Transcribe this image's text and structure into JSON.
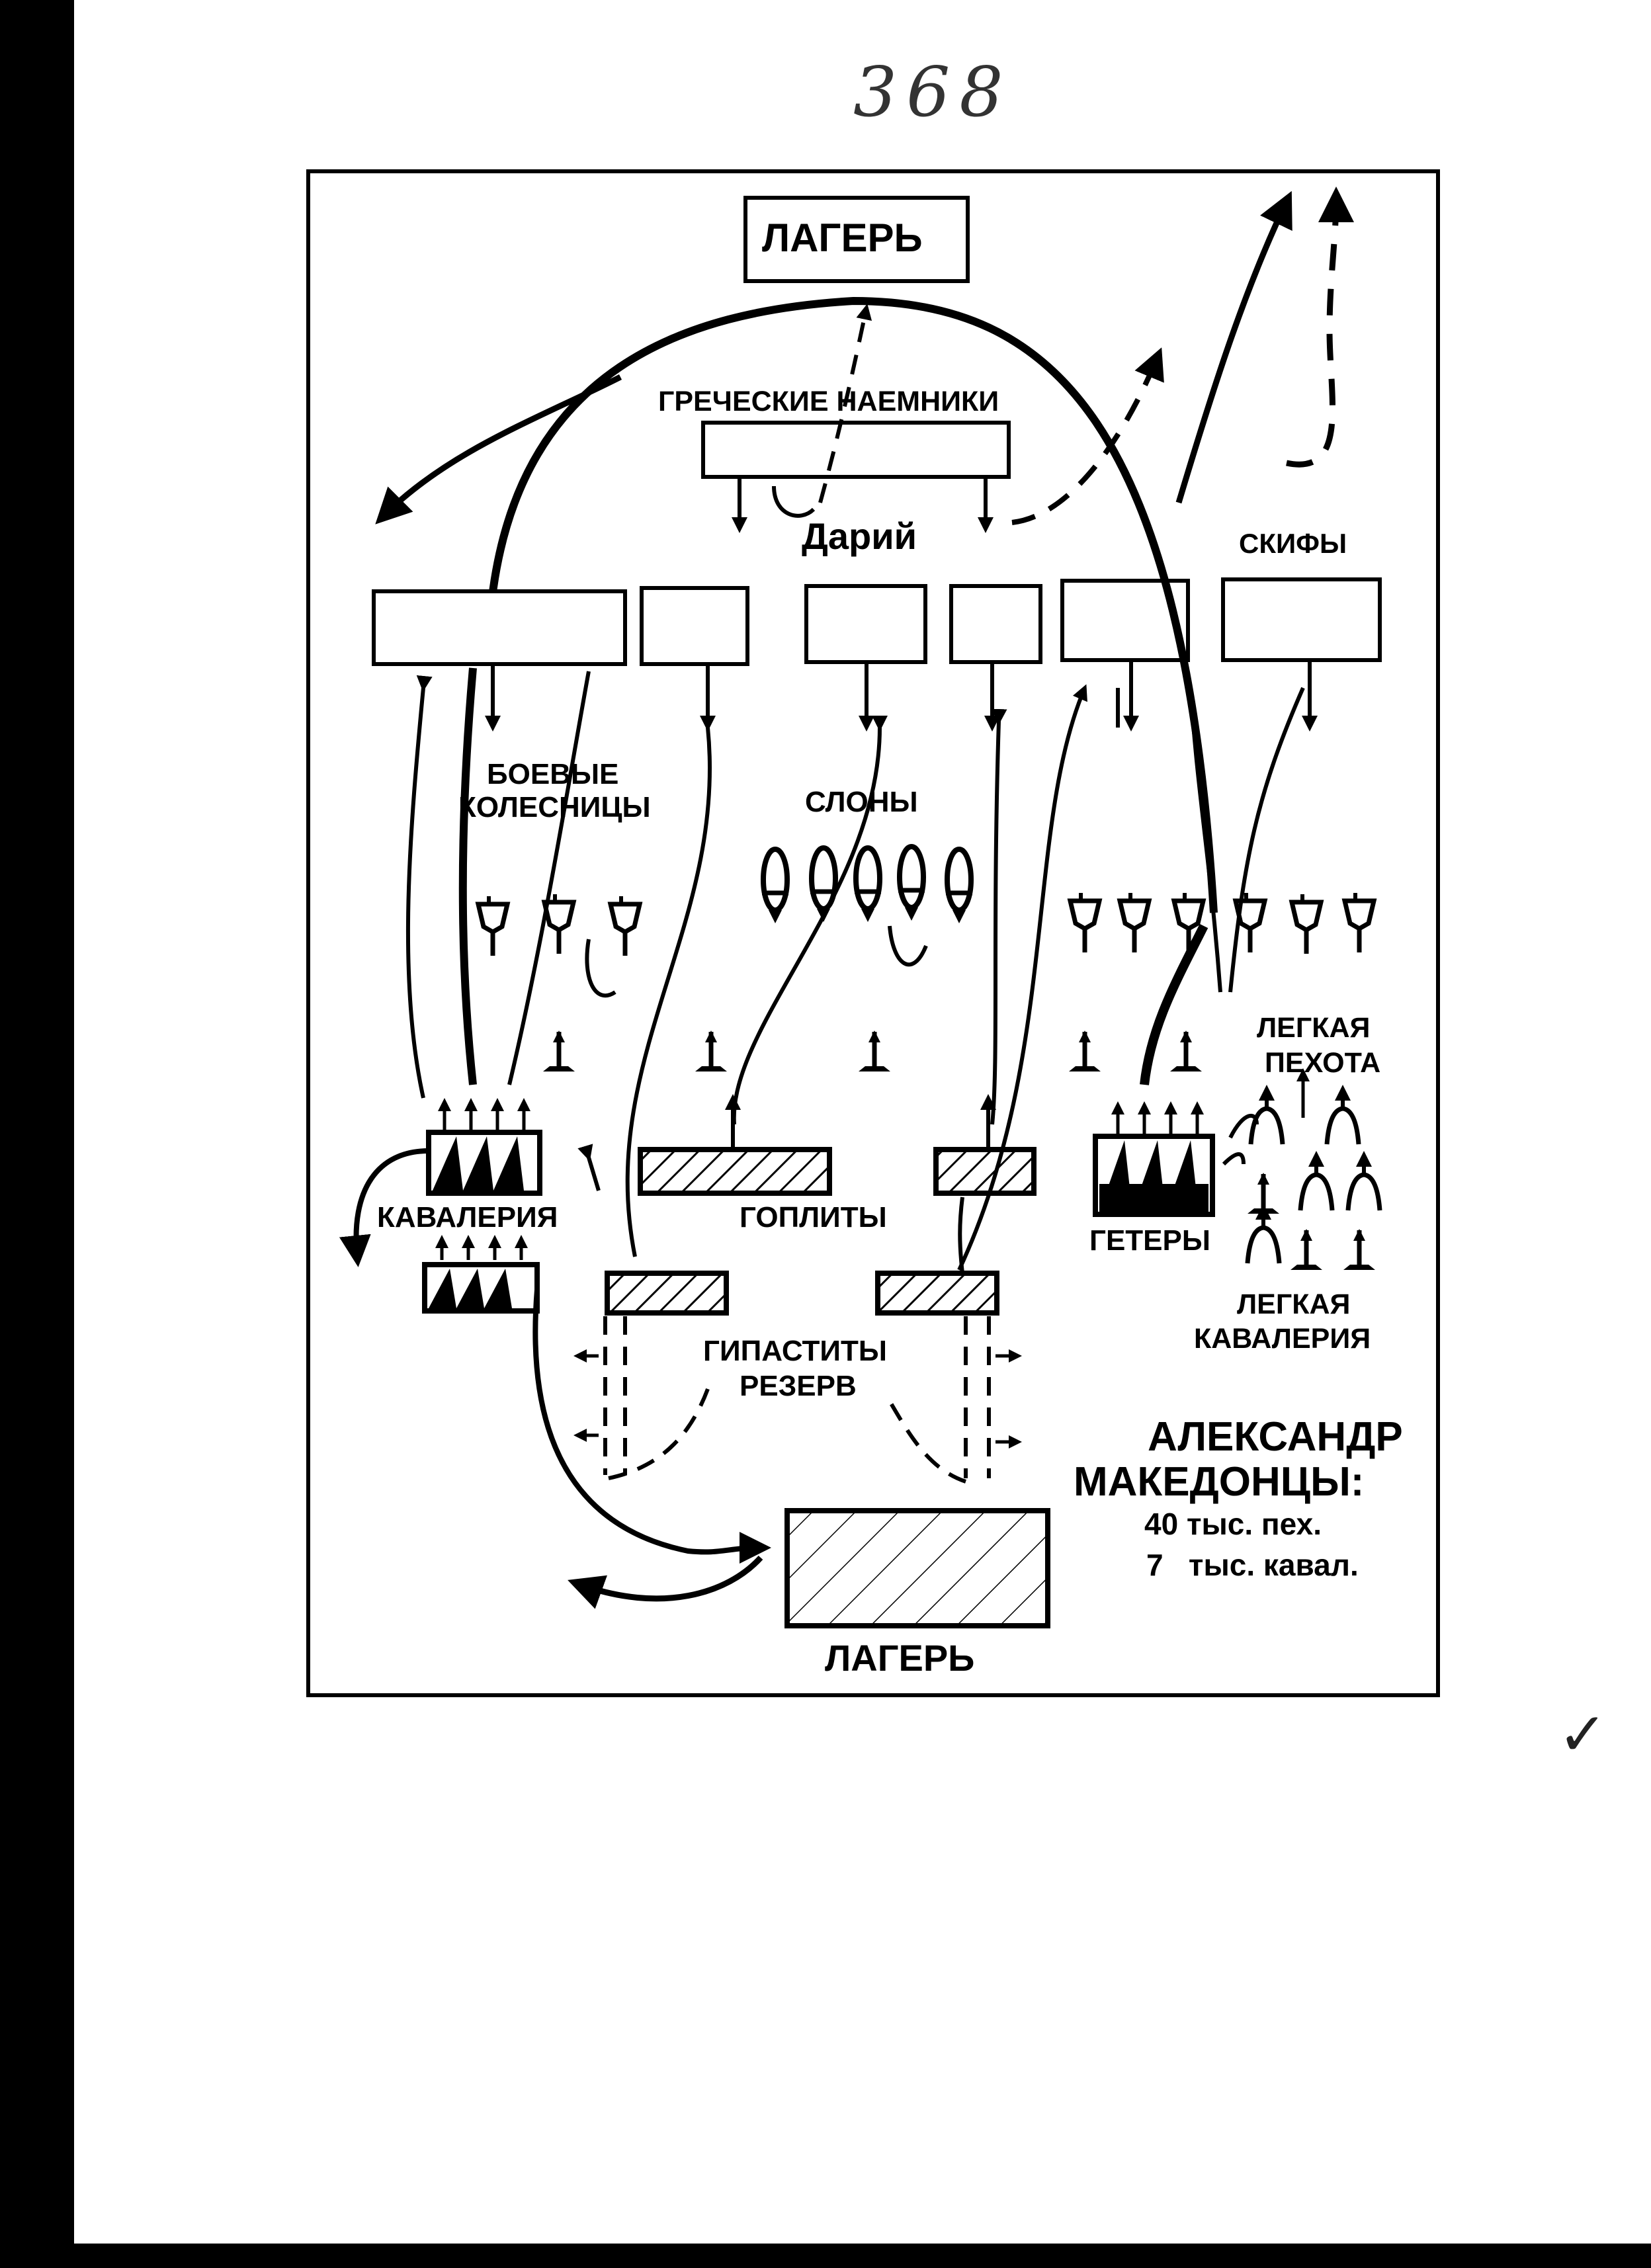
{
  "page": {
    "handwritten_number": "368",
    "check_mark": "✓"
  },
  "persian_side": {
    "camp": "ЛАГЕРЬ",
    "greek_mercenaries": "ГРЕЧЕСКИЕ НАЕМНИКИ",
    "darius": "Дарий",
    "scythians": "СКИФЫ",
    "war_chariots_line1": "БОЕВЫЕ",
    "war_chariots_line2": "КОЛЕСНИЦЫ",
    "elephants": "СЛОНЫ"
  },
  "macedonian_side": {
    "light_infantry_line1": "ЛЕГКАЯ",
    "light_infantry_line2": "ПЕХОТА",
    "cavalry": "КАВАЛЕРИЯ",
    "hoplites": "ГОПЛИТЫ",
    "hetairoi": "ГЕТЕРЫ",
    "light_cavalry_line1": "ЛЕГКАЯ",
    "light_cavalry_line2": "КАВАЛЕРИЯ",
    "hypaspists": "ГИПАСТИТЫ",
    "reserve": "РЕЗЕРВ",
    "camp": "ЛАГЕРЬ"
  },
  "legend": {
    "commander": "АЛЕКСАНДР",
    "army": "МАКЕДОНЦЫ:",
    "infantry": "40 тыс. пех.",
    "cavalry": "7   тыс. кавал."
  },
  "icons": [
    "chariot-icon",
    "elephant-icon",
    "cavalry-icon",
    "infantry-icon",
    "arrow-icon"
  ],
  "colors": {
    "ink": "#000000",
    "paper": "#ffffff"
  }
}
